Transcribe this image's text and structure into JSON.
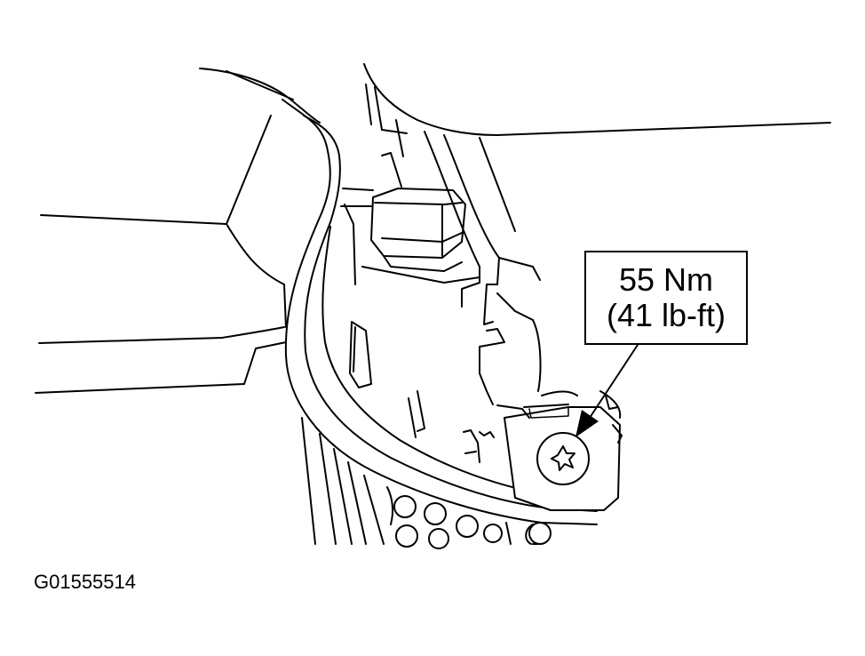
{
  "callout": {
    "torque_nm": "55 Nm",
    "torque_lbft": "(41 lb-ft)"
  },
  "figure_id": "G01555514",
  "icons": {
    "fastener": "torx-bolt-icon",
    "pointer": "arrow-icon"
  },
  "colors": {
    "line": "#000000",
    "background": "#ffffff"
  }
}
